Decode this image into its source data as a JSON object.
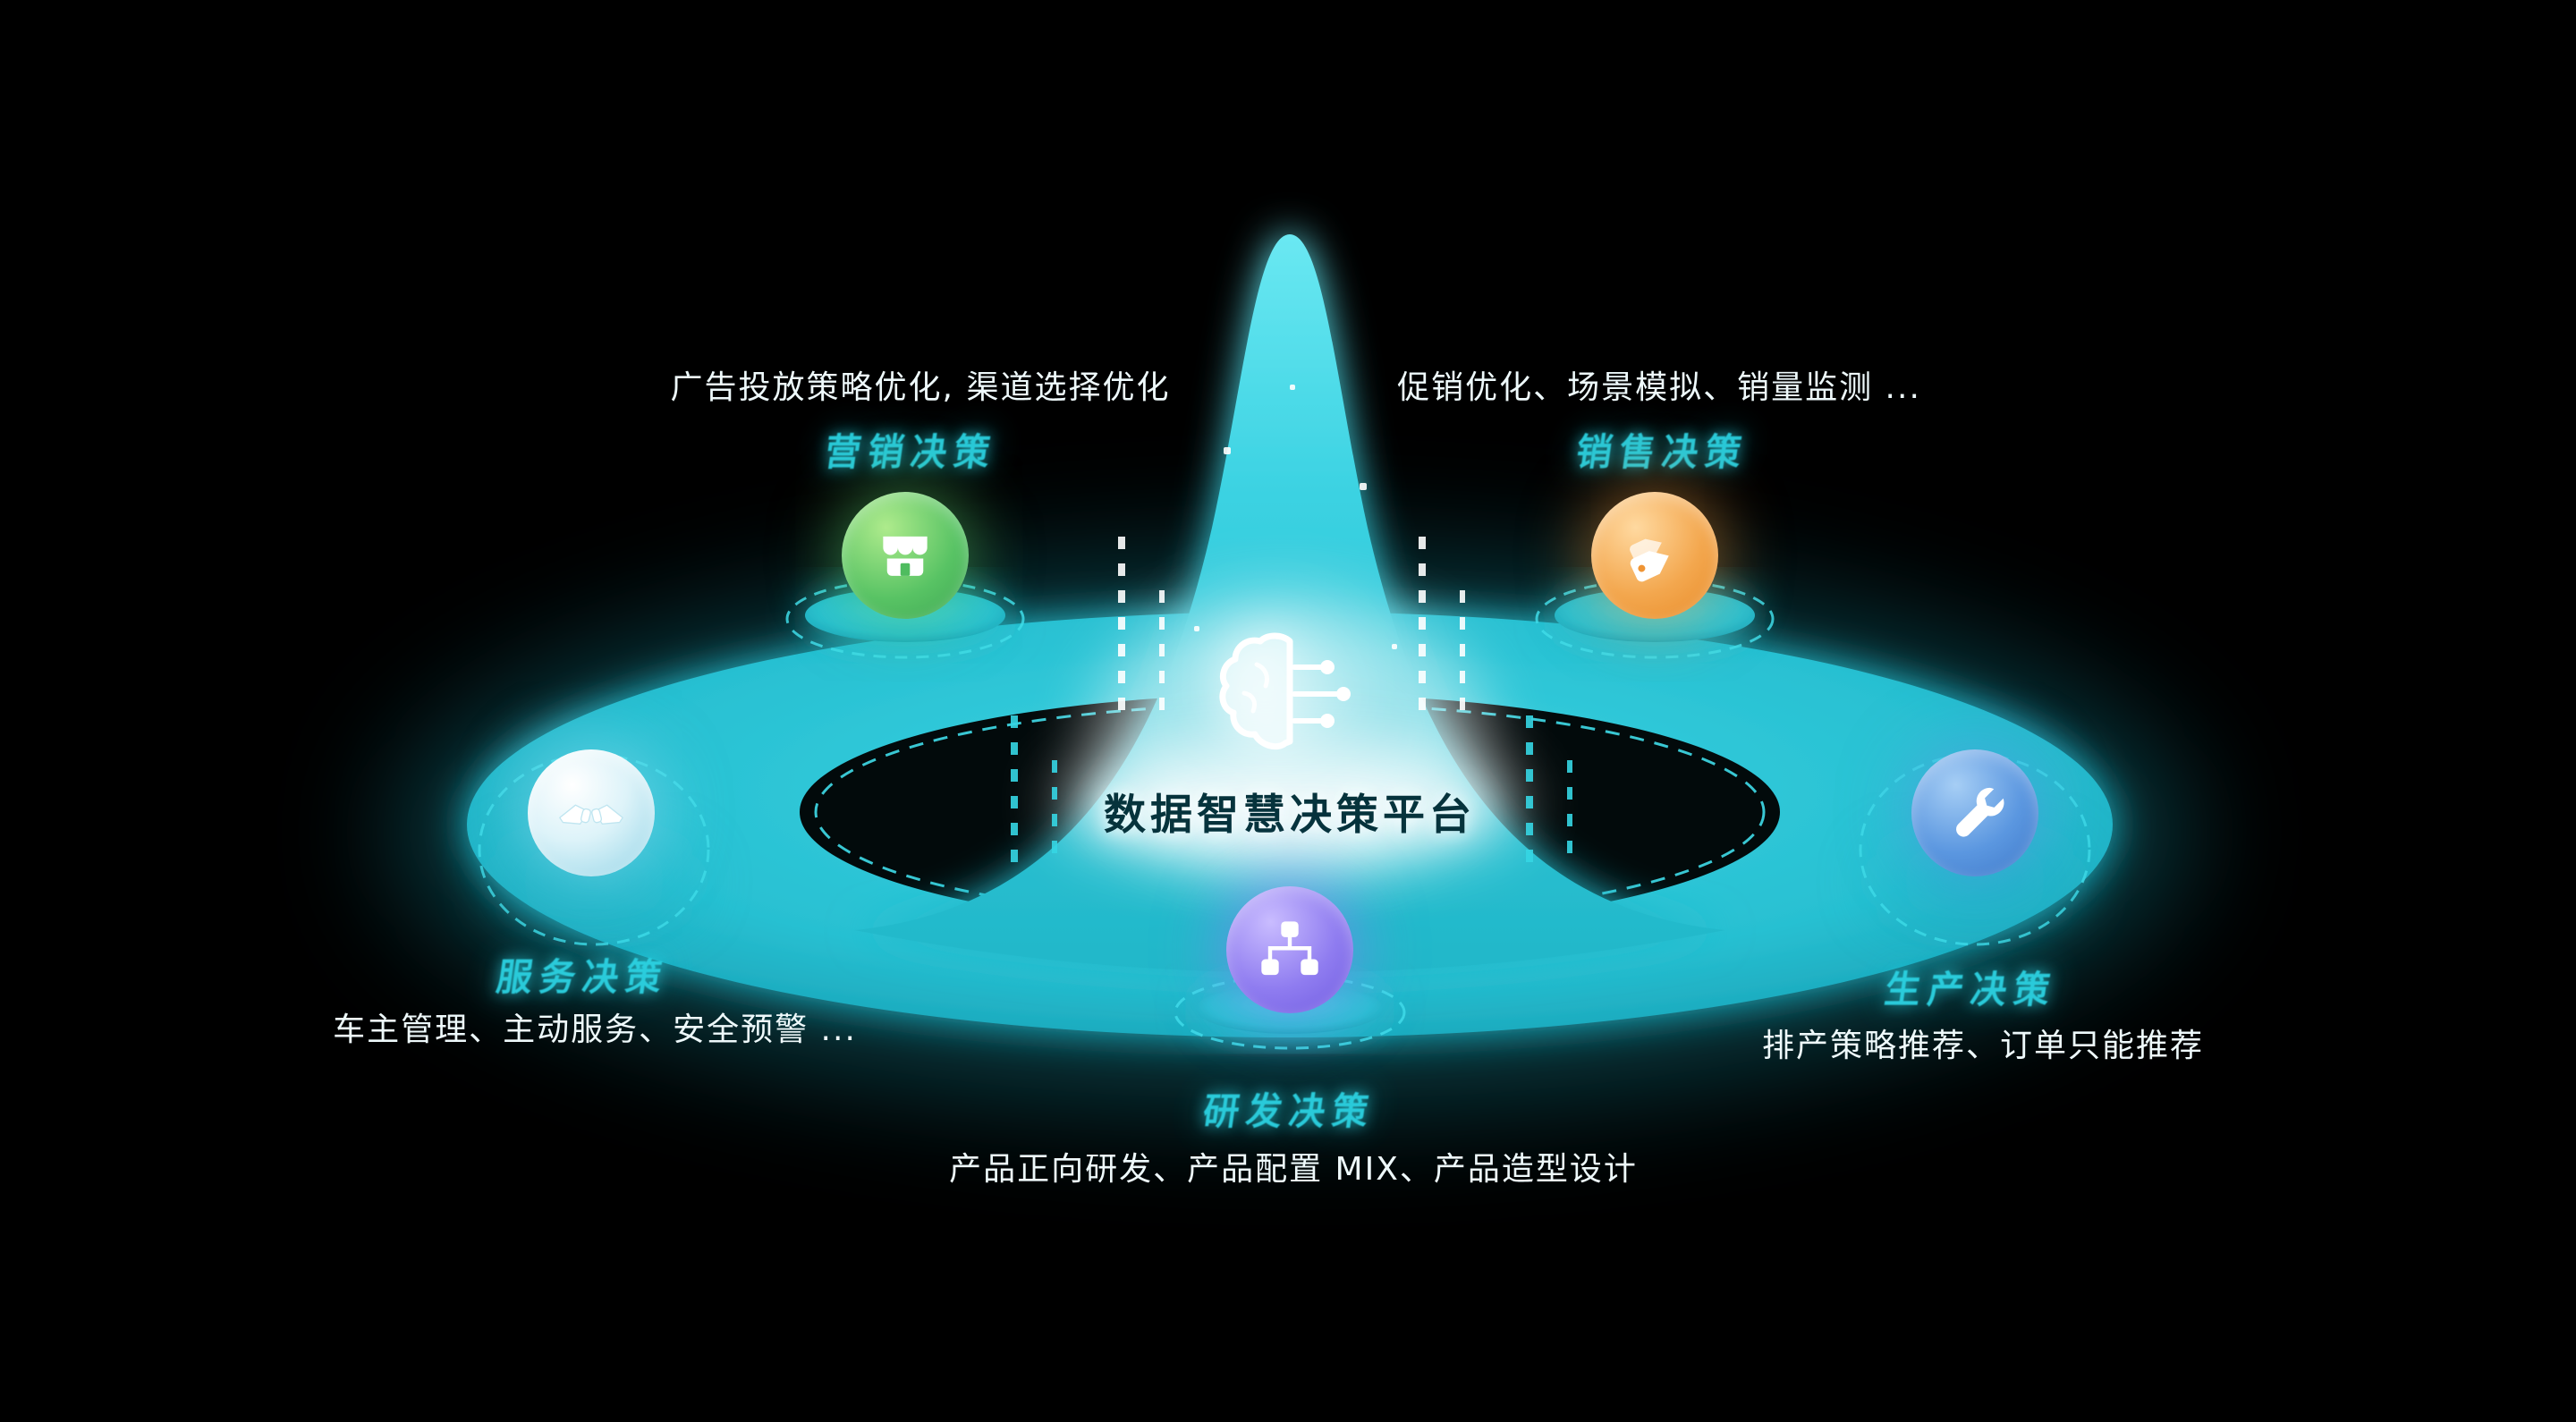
{
  "center": {
    "title": "数据智慧决策平台",
    "icon": "brain-circuit-icon"
  },
  "nodes": {
    "marketing": {
      "label": "营销决策",
      "desc": "广告投放策略优化, 渠道选择优化",
      "icon": "storefront-icon",
      "color": "#58c364"
    },
    "sales": {
      "label": "销售决策",
      "desc": "促销优化、场景模拟、销量监测 ...",
      "icon": "price-tags-icon",
      "color": "#f09a3e"
    },
    "service": {
      "label": "服务决策",
      "desc": "车主管理、主动服务、安全预警 ...",
      "icon": "handshake-icon",
      "color": "#bfe9f2"
    },
    "production": {
      "label": "生产决策",
      "desc": "排产策略推荐、订单只能推荐",
      "icon": "wrench-icon",
      "color": "#4a8fdb"
    },
    "rnd": {
      "label": "研发决策",
      "desc": "产品正向研发、产品配置 MIX、产品造型设计",
      "icon": "org-chart-icon",
      "color": "#8d7bee"
    }
  },
  "colors": {
    "background": "#000000",
    "platform_teal": "#2cc8d9",
    "dashed_stroke": "#3fdce9",
    "label_text": "#2cd4e4",
    "desc_text": "#eef9fb",
    "title_text": "#06333c",
    "title_glow": "#ffffff"
  }
}
